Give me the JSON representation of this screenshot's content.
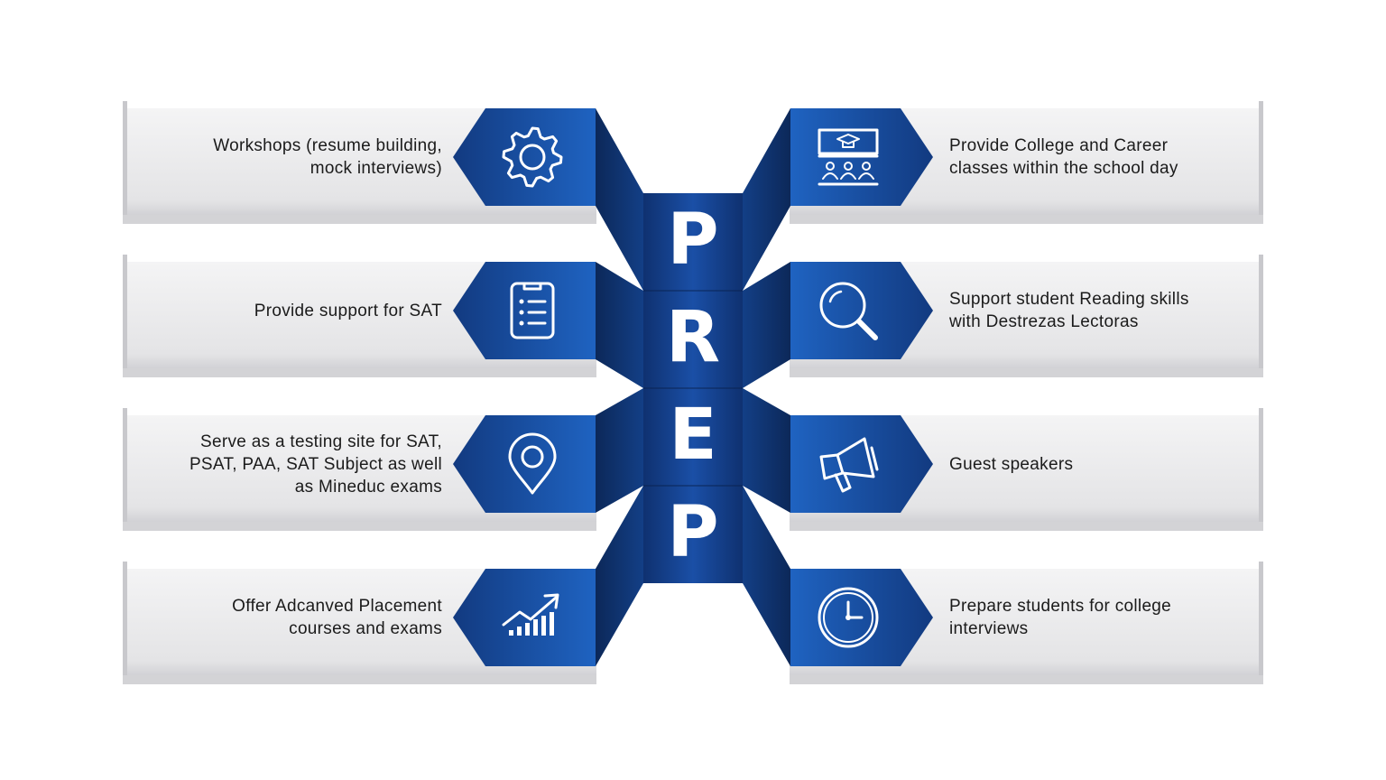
{
  "title_letters": [
    "P",
    "R",
    "E",
    "P"
  ],
  "colors": {
    "dark_blue": "#0e2d66",
    "mid_blue": "#17489a",
    "light_blue": "#1f63c1",
    "banner_gray": "#e7e7e9",
    "text": "#1b1b1b"
  },
  "items": [
    {
      "side": "left",
      "row": 0,
      "icon": "gear-icon",
      "lines": [
        "Workshops (resume building,",
        "mock interviews)"
      ]
    },
    {
      "side": "left",
      "row": 1,
      "icon": "clipboard-checklist-icon",
      "lines": [
        "Provide support for SAT"
      ]
    },
    {
      "side": "left",
      "row": 2,
      "icon": "map-pin-icon",
      "lines": [
        "Serve as a testing site for SAT,",
        "PSAT, PAA, SAT Subject as well",
        "as Mineduc exams"
      ]
    },
    {
      "side": "left",
      "row": 3,
      "icon": "growth-chart-icon",
      "lines": [
        "Offer Adcanved Placement",
        "courses and exams"
      ]
    },
    {
      "side": "right",
      "row": 0,
      "icon": "classroom-board-icon",
      "lines": [
        "Provide College and Career",
        "classes within the school day"
      ]
    },
    {
      "side": "right",
      "row": 1,
      "icon": "magnifier-icon",
      "lines": [
        "Support student Reading skills",
        "with Destrezas Lectoras"
      ]
    },
    {
      "side": "right",
      "row": 2,
      "icon": "megaphone-icon",
      "lines": [
        "Guest speakers"
      ]
    },
    {
      "side": "right",
      "row": 3,
      "icon": "clock-icon",
      "lines": [
        "Prepare students for college",
        "interviews"
      ]
    }
  ]
}
